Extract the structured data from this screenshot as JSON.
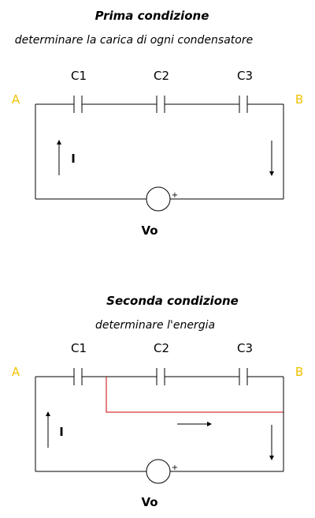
{
  "colors": {
    "wire": "#000000",
    "node_label": "#f2c200",
    "highlight_wire": "#cc0000"
  },
  "circuit1": {
    "title": "Prima condizione",
    "subtitle": "determinare la carica di ogni condensatore",
    "node_a": "A",
    "node_b": "B",
    "capacitors": [
      "C1",
      "C2",
      "C3"
    ],
    "current_label": "I",
    "source_label": "Vo",
    "source_polarity": "+"
  },
  "circuit2": {
    "title": "Seconda condizione",
    "subtitle": "determinare l'energia",
    "node_a": "A",
    "node_b": "B",
    "capacitors": [
      "C1",
      "C2",
      "C3"
    ],
    "current_label": "I",
    "source_label": "Vo",
    "source_polarity": "+"
  }
}
